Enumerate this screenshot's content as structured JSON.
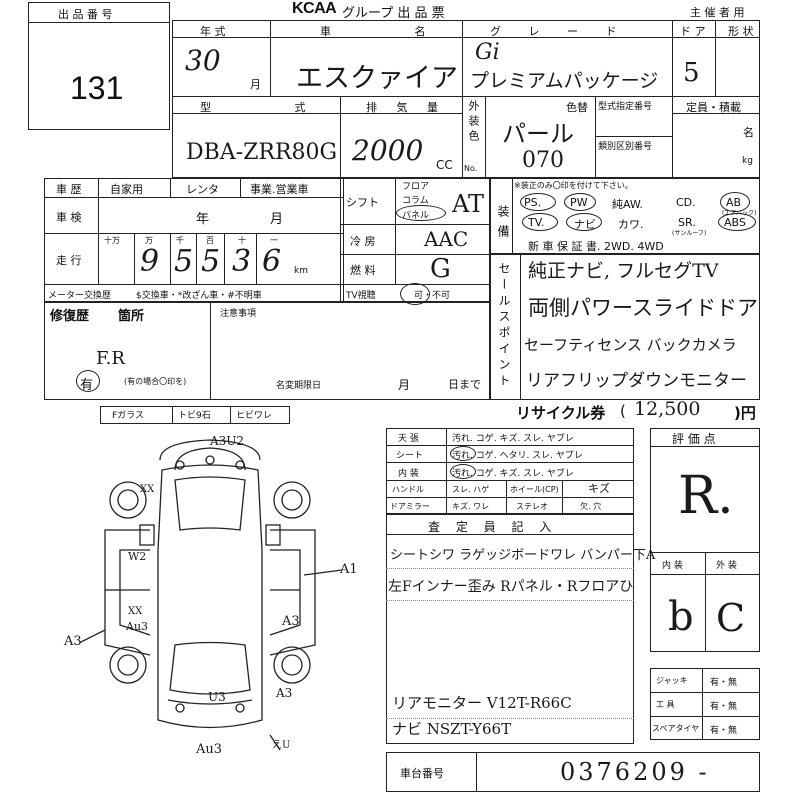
{
  "header": {
    "lot_label": "出 品 番 号",
    "lot_number": "131",
    "brand": "KCAA",
    "sheet_title": "グループ 出 品 票",
    "organizer_use": "主 催 者 用"
  },
  "row1": {
    "year_label": "年 式",
    "car_name_label": "車 名",
    "grade_label": "グ レ ー ド",
    "doors_label": "ド ア",
    "shape_label": "形 状",
    "year_value": "30",
    "month_unit": "月",
    "car_name_value": "エスクァイア",
    "grade_value_1": "Gi",
    "grade_value_2": "プレミアムパッケージ",
    "doors_value": "5"
  },
  "row2": {
    "model_label": "型 式",
    "displacement_label": "排 気 量",
    "exterior_color_label": "外装色",
    "color_change_label": "色替",
    "model_designation_label": "型式指定番号",
    "category_label": "類別区別番号",
    "capacity_label": "定員・積載",
    "persons_unit": "名",
    "kg_unit": "kg",
    "model_value": "DBA-ZRR80G",
    "displacement_value": "2000",
    "cc_unit": "CC",
    "color_value": "パール",
    "color_no_value": "070",
    "no_label": "No."
  },
  "history": {
    "label": "車 歴",
    "options": [
      "自家用",
      "レンタ",
      "事業.営業車"
    ],
    "inspection_label": "車 検",
    "year_unit": "年",
    "month_unit": "月",
    "mileage_label": "走 行",
    "digit_headers": [
      "十万",
      "万",
      "千",
      "百",
      "十",
      "一"
    ],
    "mileage_digits": [
      "",
      "9",
      "5",
      "5",
      "3",
      "6"
    ],
    "km_unit": "km",
    "meter_change_label": "メーター交換歴",
    "meter_change_legend": "$交換車・*改ざん車・#不明車"
  },
  "shift_block": {
    "shift_label": "シフト",
    "shift_options": [
      "フロア",
      "コラム",
      "パネル"
    ],
    "shift_value": "AT",
    "aircon_label": "冷 房",
    "aircon_value": "AAC",
    "fuel_label": "燃 料",
    "fuel_value": "G",
    "tv_label": "TV視聴",
    "tv_options": "可・不可"
  },
  "equipment": {
    "label": "装備",
    "note": "※装正のみ〇印を付けて下さい。",
    "items_row1": [
      "PS.",
      "PW",
      "純AW.",
      "CD.",
      "AB"
    ],
    "ab_note": "(エアバック)",
    "items_row2": [
      "TV.",
      "ナビ",
      "カワ.",
      "SR.",
      "ABS"
    ],
    "sr_note": "(サンルーフ)",
    "items_row3": "新 車 保 証 書. 2WD. 4WD"
  },
  "sales_points": {
    "label": "セールスポイント",
    "lines": [
      "純正ナビ, フルセグTV",
      "両側パワースライドドア",
      "セーフティセンス バックカメラ",
      "リアフリップダウンモニター"
    ]
  },
  "repair": {
    "history_label": "修復歴",
    "location_label": "箇所",
    "value": "F.R",
    "has_label": "有",
    "note": "(有の場合〇印を)",
    "notes_label": "注意事項",
    "deadline_label": "名変期限日",
    "month_unit": "月",
    "day_unit": "日まで"
  },
  "recycle": {
    "label": "リサイクル券",
    "amount": "12,500",
    "unit": ")円",
    "open_paren": "("
  },
  "glass_row": {
    "items": [
      "Fガラス",
      "トビ9石",
      "ヒビワレ"
    ]
  },
  "diagram": {
    "marks": [
      "A3U2",
      "XX",
      "W2",
      "XX",
      "Au3",
      "A3",
      "A1",
      "A3",
      "U3",
      "A3",
      "Au3",
      "えU"
    ]
  },
  "condition_table": {
    "rows": [
      {
        "label": "天 張",
        "text": "汚れ. コゲ. キズ. スレ. ヤブレ"
      },
      {
        "label": "シート",
        "text": "汚れ. コゲ. ヘタリ. スレ. ヤブレ"
      },
      {
        "label": "内 装",
        "text": "汚れ. コゲ. キズ. スレ. ヤブレ"
      },
      {
        "label": "ハンドル",
        "text": "スレ. ハゲ"
      },
      {
        "label": "ドアミラー",
        "text": "キズ. ワレ"
      }
    ],
    "wheel_label": "ホイール(CP)",
    "wheel_value": "キズ",
    "stereo_label": "ステレオ",
    "stereo_value": "欠. 穴"
  },
  "inspector": {
    "label": "査 定 員 記 入",
    "lines": [
      "シートシワ ラゲッジボードワレ バンパー下A",
      "左Fインナー歪み Rパネル・Rフロアひ"
    ],
    "bottom_lines": [
      "リアモニター V12T-R66C",
      "ナビ NSZT-Y66T"
    ]
  },
  "score": {
    "label": "評 価 点",
    "value": "R.",
    "interior_label": "内 装",
    "exterior_label": "外 装",
    "interior_value": "b",
    "exterior_value": "C"
  },
  "tools": {
    "rows": [
      {
        "label": "ジャッキ",
        "value": "有・無"
      },
      {
        "label": "工 具",
        "value": "有・無"
      },
      {
        "label": "スペアタイヤ",
        "value": "有・無"
      }
    ]
  },
  "chassis": {
    "label": "車台番号",
    "value": "0376209 -"
  }
}
